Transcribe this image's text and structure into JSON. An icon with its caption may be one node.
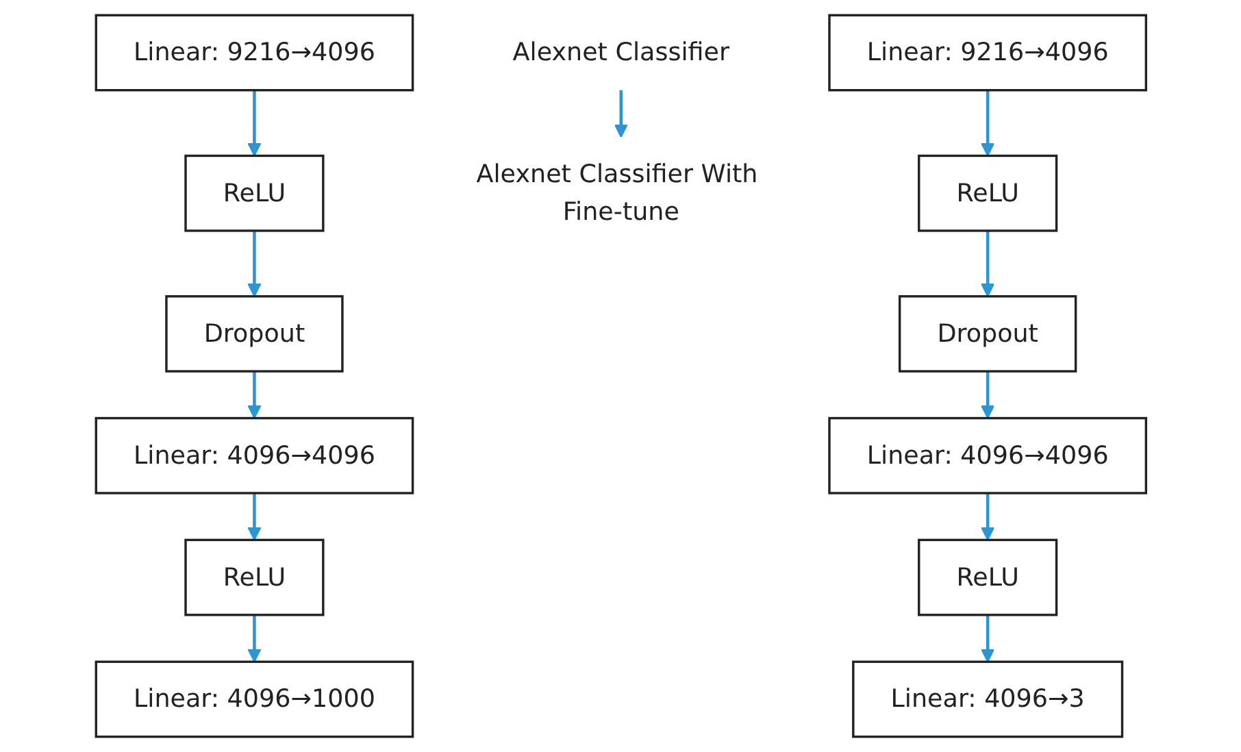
{
  "diagram": {
    "nodes": [
      {
        "text": [
          "Alexnet Classifier"
        ]
      },
      {
        "text": [
          "Linear: 9216→4096"
        ]
      },
      {
        "text": [
          "ReLU"
        ]
      },
      {
        "text": [
          "Dropout"
        ]
      },
      {
        "text": [
          "Linear: 4096→4096"
        ]
      },
      {
        "text": [
          "ReLU"
        ]
      },
      {
        "text": [
          "Linear: 4096→1000"
        ]
      },
      {
        "text": [
          "Alexnet Classifier With Fine-tune"
        ]
      },
      {
        "text": [
          "Linear: 9216→4096"
        ]
      },
      {
        "text": [
          "ReLU"
        ]
      },
      {
        "text": [
          "Dropout"
        ]
      },
      {
        "text": [
          "Linear: 4096→4096"
        ]
      },
      {
        "text": [
          "ReLU"
        ]
      },
      {
        "text": [
          "Linear: 4096→3"
        ]
      }
    ],
    "edges": [
      {
        "from": 1,
        "to": 2,
        "arrow": "to"
      },
      {
        "from": 2,
        "to": 3,
        "arrow": "to"
      },
      {
        "from": 3,
        "to": 4,
        "arrow": "to"
      },
      {
        "from": 4,
        "to": 5,
        "arrow": "to"
      },
      {
        "from": 5,
        "to": 6,
        "arrow": "to"
      },
      {
        "from": 0,
        "to": 7,
        "arrow": "to"
      },
      {
        "from": 8,
        "to": 9,
        "arrow": "to"
      },
      {
        "from": 9,
        "to": 10,
        "arrow": "to"
      },
      {
        "from": 10,
        "to": 11,
        "arrow": "to"
      },
      {
        "from": 11,
        "to": 12,
        "arrow": "to"
      },
      {
        "from": 12,
        "to": 13,
        "arrow": "to"
      }
    ]
  }
}
